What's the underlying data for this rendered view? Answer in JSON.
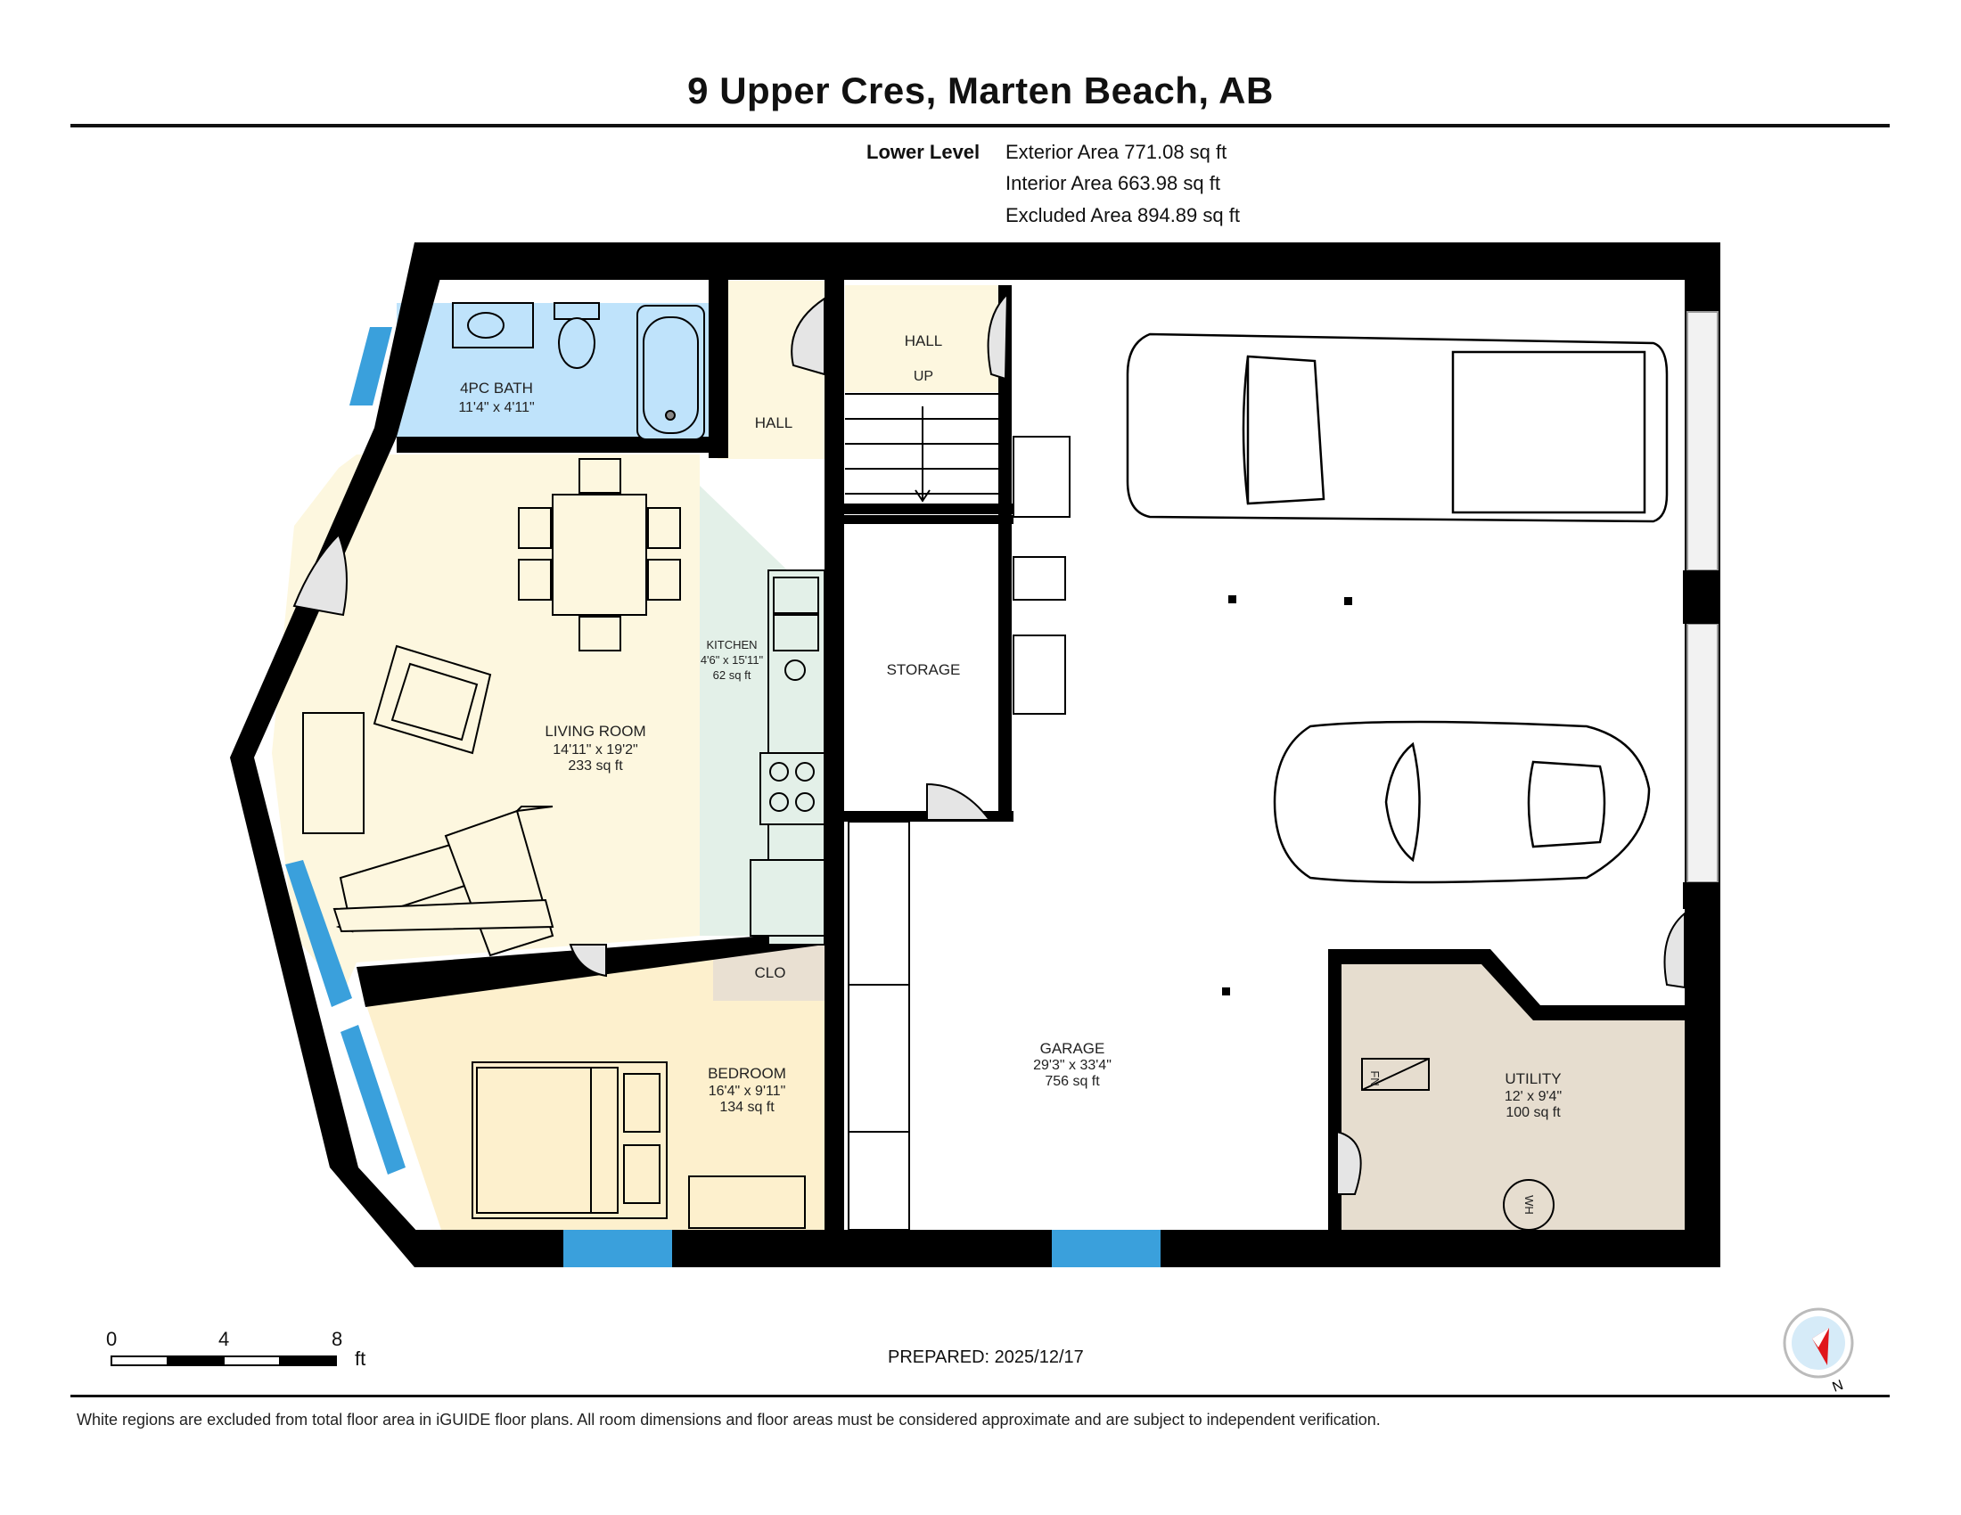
{
  "title": "9 Upper Cres, Marten Beach, AB",
  "level": {
    "name": "Lower Level",
    "exterior_area": "Exterior Area 771.08 sq ft",
    "interior_area": "Interior Area 663.98 sq ft",
    "excluded_area": "Excluded Area 894.89 sq ft"
  },
  "rooms": {
    "bath": {
      "name": "4PC BATH",
      "dims": "11'4\" x 4'11\""
    },
    "hall_left": {
      "name": "HALL"
    },
    "hall_stair": {
      "name": "HALL",
      "note": "UP"
    },
    "storage": {
      "name": "STORAGE"
    },
    "kitchen": {
      "name": "KITCHEN",
      "dims": "4'6\" x 15'11\"",
      "area": "62 sq ft"
    },
    "living": {
      "name": "LIVING ROOM",
      "dims": "14'11\" x 19'2\"",
      "area": "233 sq ft"
    },
    "bedroom": {
      "name": "BEDROOM",
      "dims": "16'4\" x 9'11\"",
      "area": "134 sq ft"
    },
    "closet": {
      "name": "CLO"
    },
    "garage": {
      "name": "GARAGE",
      "dims": "29'3\" x 33'4\"",
      "area": "756 sq ft"
    },
    "utility": {
      "name": "UTILITY",
      "dims": "12' x 9'4\"",
      "area": "100 sq ft",
      "fn": "FN",
      "wh": "WH"
    }
  },
  "scale": {
    "ticks": [
      "0",
      "4",
      "8"
    ],
    "unit": "ft"
  },
  "compass": {
    "label": "N"
  },
  "prepared": "PREPARED: 2025/12/17",
  "disclaimer": "White regions are excluded from total floor area in iGUIDE floor plans. All room dimensions and floor areas must be considered approximate and are subject to independent verification.",
  "colors": {
    "bath": "#bfe3fb",
    "living": "#fdf7df",
    "kitchen": "#e3f0e8",
    "bedroom": "#fdf0cd",
    "closet": "#e9e0d2",
    "utility": "#e6ddcf",
    "window": "#3aa0dc",
    "wall": "#000000"
  }
}
